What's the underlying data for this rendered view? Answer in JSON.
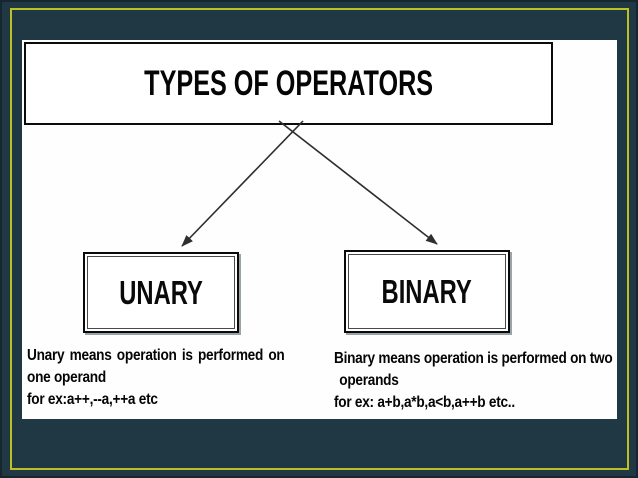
{
  "slide": {
    "title": "TYPES OF OPERATORS",
    "nodes": [
      {
        "label": "UNARY",
        "desc_lines": [
          "Unary means operation is performed on",
          "one operand",
          "for ex:a++,--a,++a etc"
        ]
      },
      {
        "label": "BINARY",
        "desc_lines": [
          "Binary means operation is performed on two",
          "operands",
          "for ex: a+b,a*b,a<b,a++b etc.."
        ]
      }
    ]
  },
  "colors": {
    "background": "#203844",
    "frame_yellow": "#bcc024",
    "slide_bg": "#fefefe",
    "box_border": "#0a0a0a",
    "arrow": "#2e2e2e",
    "text": "#050505"
  }
}
